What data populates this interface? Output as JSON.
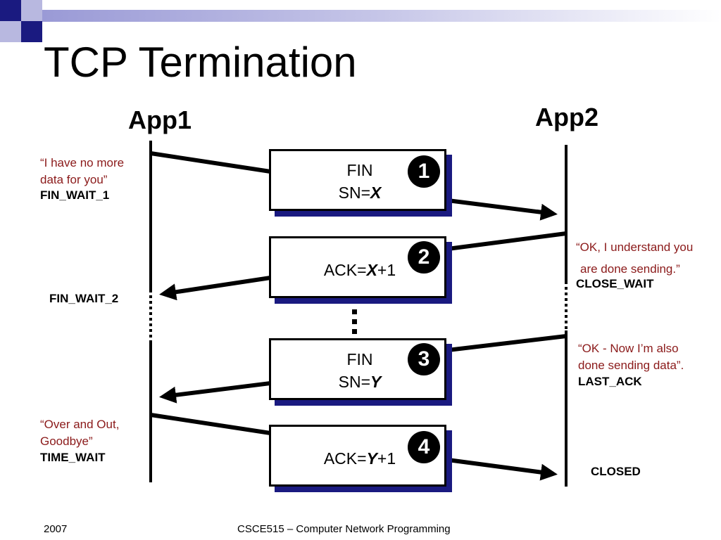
{
  "slide": {
    "title": "TCP Termination",
    "footer_left": "2007",
    "footer_center": "CSCE515 – Computer Network Programming"
  },
  "colors": {
    "note_text": "#8b1a1a",
    "box_shadow": "#1a1a80",
    "header_bar": "#9a9ad6",
    "header_square": "#1a1a80"
  },
  "apps": {
    "left": "App1",
    "right": "App2"
  },
  "messages": [
    {
      "line1": "FIN",
      "line2_prefix": "SN=",
      "line2_var": "X",
      "line2_suffix": "",
      "step": "1"
    },
    {
      "line1": "",
      "line2_prefix": "ACK=",
      "line2_var": "X",
      "line2_suffix": "+1",
      "step": "2"
    },
    {
      "line1": "FIN",
      "line2_prefix": "SN=",
      "line2_var": "Y",
      "line2_suffix": "",
      "step": "3"
    },
    {
      "line1": "",
      "line2_prefix": "ACK=",
      "line2_var": "Y",
      "line2_suffix": "+1",
      "step": "4"
    }
  ],
  "app1_notes": {
    "note1_line1": "“I have no more",
    "note1_line2": "data for you”",
    "state1": "FIN_WAIT_1",
    "state2": "FIN_WAIT_2",
    "note3_line1": "“Over and Out,",
    "note3_line2": "Goodbye”",
    "state3": "TIME_WAIT"
  },
  "app2_notes": {
    "note1_line1": "“OK, I understand you",
    "note1_line2": "are done sending.”",
    "state1": "CLOSE_WAIT",
    "note2_line1": "“OK - Now I’m also",
    "note2_line2": "done sending data”.",
    "state2": "LAST_ACK",
    "state3": "CLOSED"
  }
}
